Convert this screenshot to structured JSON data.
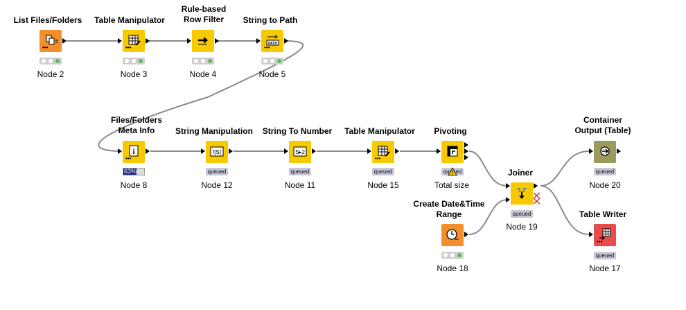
{
  "nodes": [
    {
      "id": "n2",
      "title": "List Files/Folders",
      "label": "Node 2",
      "status": "traffic"
    },
    {
      "id": "n3",
      "title": "Table Manipulator",
      "label": "Node 3",
      "status": "traffic"
    },
    {
      "id": "n4",
      "title": "Rule-based\nRow Filter",
      "label": "Node 4",
      "status": "traffic"
    },
    {
      "id": "n5",
      "title": "String to Path",
      "label": "Node 5",
      "status": "traffic"
    },
    {
      "id": "n8",
      "title": "Files/Folders\nMeta Info",
      "label": "Node 8",
      "status": "progress",
      "progress": "63%",
      "progress_value": 0.63
    },
    {
      "id": "n12",
      "title": "String Manipulation",
      "label": "Node 12",
      "status": "queued",
      "status_text": "queued"
    },
    {
      "id": "n11",
      "title": "String To Number",
      "label": "Node 11",
      "status": "queued",
      "status_text": "queued"
    },
    {
      "id": "n15",
      "title": "Table Manipulator",
      "label": "Node 15",
      "status": "queued",
      "status_text": "queued"
    },
    {
      "id": "npiv",
      "title": "Pivoting",
      "label": "Total size",
      "status": "queued",
      "status_text": "queued"
    },
    {
      "id": "n19",
      "title": "Joiner",
      "label": "Node 19",
      "status": "queued",
      "status_text": "queued"
    },
    {
      "id": "n18",
      "title": "Create Date&Time\nRange",
      "label": "Node 18",
      "status": "traffic"
    },
    {
      "id": "n20",
      "title": "Container\nOutput (Table)",
      "label": "Node 20",
      "status": "queued",
      "status_text": "queued"
    },
    {
      "id": "n17",
      "title": "Table Writer",
      "label": "Node 17",
      "status": "queued",
      "status_text": "queued"
    }
  ],
  "icons": {
    "n2": "list-files-icon",
    "n3": "table-icon",
    "n4": "row-filter-arrow-icon",
    "n5": "path-icon",
    "n8": "info-icon",
    "n12": "string-function-icon",
    "n11": "string-to-number-icon",
    "n15": "table-icon",
    "npiv": "pivot-icon",
    "n19": "join-icon",
    "n18": "clock-icon",
    "n20": "container-output-icon",
    "n17": "table-writer-icon"
  },
  "icon_text": {
    "n12": "f[S]",
    "n11": "S▸2",
    "n5": "PATH"
  },
  "colors": {
    "manipulator": "#f7c900",
    "source": "#f28e2b",
    "sink": "#e84b4b",
    "container": "#9a9a5e",
    "connection": "#8a8a8a",
    "queued_badge": "#c7c7d7",
    "progress_fill": "#1a237e",
    "ok_light": "#5fb95f"
  }
}
